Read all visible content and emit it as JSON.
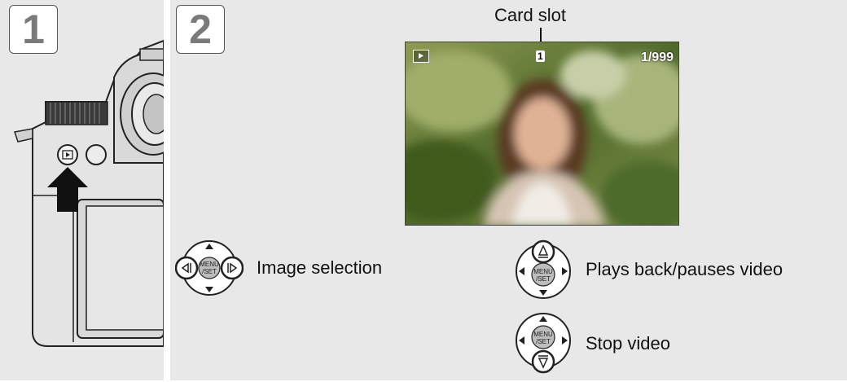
{
  "steps": [
    "1",
    "2"
  ],
  "camera_button_label": "▶",
  "preview": {
    "card_slot_label": "Card slot",
    "slot_number": "1",
    "counter": "1/999",
    "mode_icon": "playback-icon"
  },
  "dial_center_label": "MENU/SET",
  "controls": [
    {
      "label": "Image selection",
      "keys": [
        "left",
        "right"
      ]
    },
    {
      "label": "Plays back/pauses video",
      "keys": [
        "up"
      ]
    },
    {
      "label": "Stop video",
      "keys": [
        "down"
      ]
    }
  ]
}
